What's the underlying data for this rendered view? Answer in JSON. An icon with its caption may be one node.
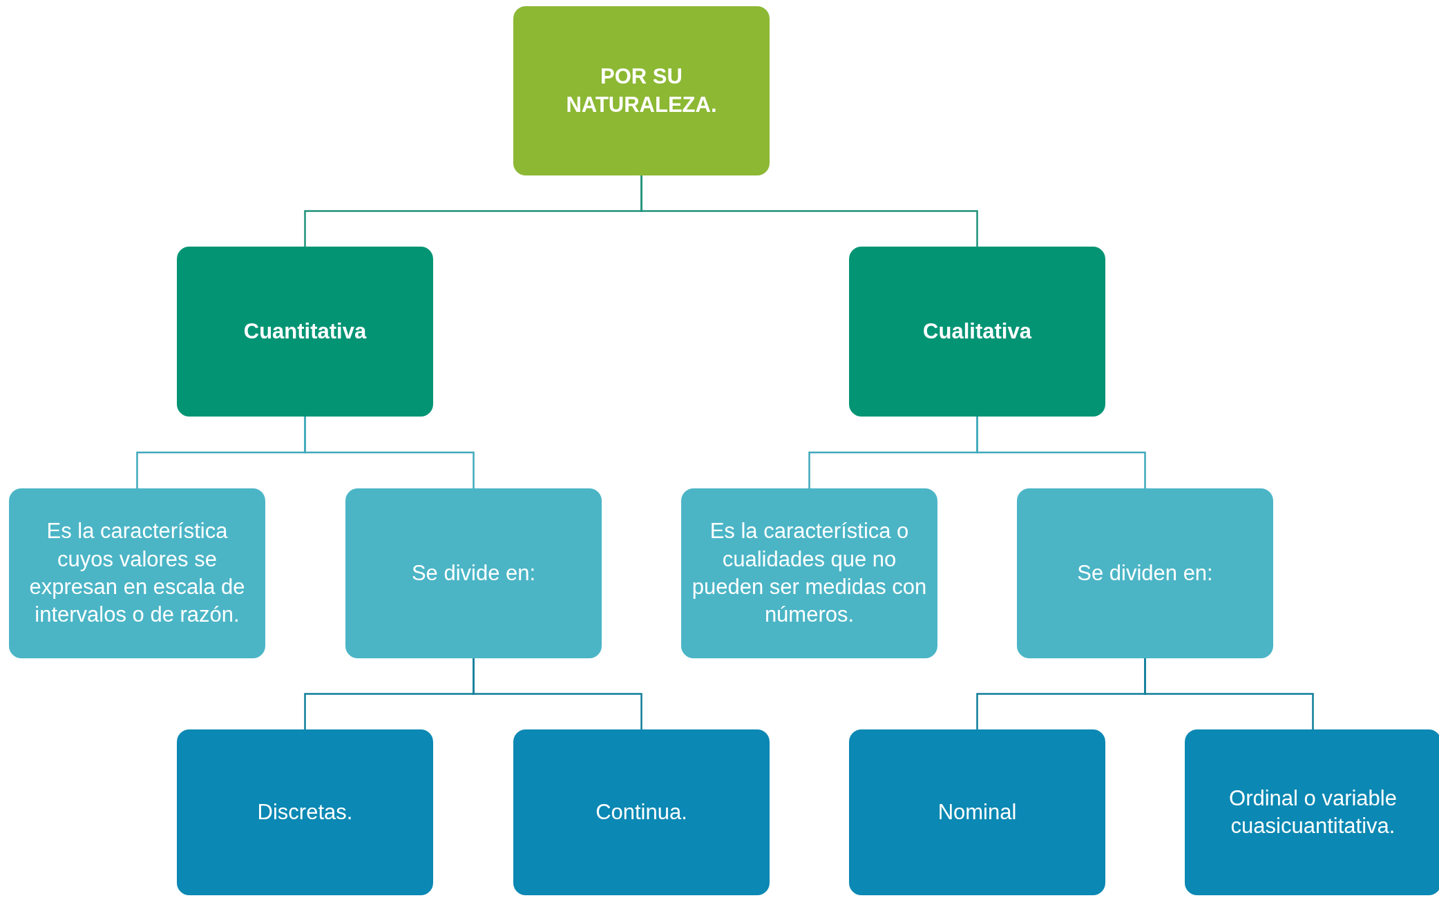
{
  "diagram": {
    "nodes": [
      {
        "text": [
          "POR SU NATURALEZA."
        ]
      },
      {
        "text": [
          "Cuantitativa"
        ]
      },
      {
        "text": [
          "Cualitativa"
        ]
      },
      {
        "text": [
          "Es la característica cuyos valores se expresan en escala de intervalos o de razón."
        ]
      },
      {
        "text": [
          "Se divide en:"
        ]
      },
      {
        "text": [
          "Es la característica o cualidades que no pueden ser medidas con números."
        ]
      },
      {
        "text": [
          "Se dividen en:"
        ]
      },
      {
        "text": [
          "Discretas."
        ]
      },
      {
        "text": [
          "Continua."
        ]
      },
      {
        "text": [
          "Nominal"
        ]
      },
      {
        "text": [
          "Ordinal o variable cuasicuantitativa."
        ]
      }
    ],
    "edges": [
      {
        "from": 0,
        "to": 1,
        "arrow": "none"
      },
      {
        "from": 0,
        "to": 2,
        "arrow": "none"
      },
      {
        "from": 1,
        "to": 3,
        "arrow": "none"
      },
      {
        "from": 1,
        "to": 4,
        "arrow": "none"
      },
      {
        "from": 2,
        "to": 5,
        "arrow": "none"
      },
      {
        "from": 2,
        "to": 6,
        "arrow": "none"
      },
      {
        "from": 4,
        "to": 7,
        "arrow": "none"
      },
      {
        "from": 4,
        "to": 8,
        "arrow": "none"
      },
      {
        "from": 6,
        "to": 9,
        "arrow": "none"
      },
      {
        "from": 6,
        "to": 10,
        "arrow": "none"
      }
    ]
  }
}
